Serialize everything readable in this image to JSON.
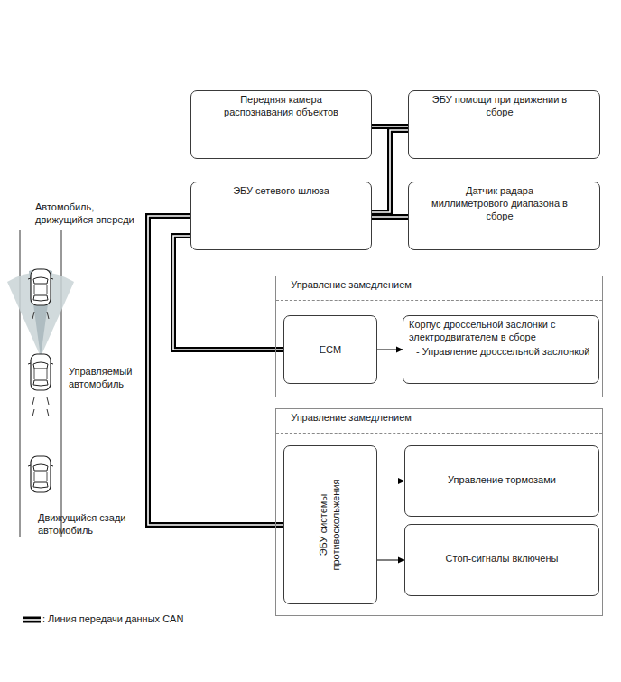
{
  "diagram": {
    "nodes": [
      {
        "text": [
          "Передняя камера распознавания объектов"
        ]
      },
      {
        "text": [
          "ЭБУ помощи при движении в сборе"
        ]
      },
      {
        "text": [
          "ЭБУ сетевого шлюза"
        ]
      },
      {
        "text": [
          "Датчик радара миллиметрового диапазона в сборе"
        ]
      },
      {
        "text": [
          "Управление замедлением"
        ]
      },
      {
        "text": [
          "ECM"
        ],
        "in": 4
      },
      {
        "text": [
          "Корпус дроссельной заслонки с электродвигателем в сборе",
          "- Управление дроссельной заслонкой"
        ],
        "in": 4
      },
      {
        "text": [
          "Управление замедлением"
        ]
      },
      {
        "text": [
          "ЭБУ системы противоскольжения"
        ],
        "in": 7
      },
      {
        "text": [
          "Управление тормозами"
        ],
        "in": 7
      },
      {
        "text": [
          "Стоп-сигналы включены"
        ],
        "in": 7
      }
    ],
    "edges": [
      {
        "from": 0,
        "to": 1,
        "arrow": "none"
      },
      {
        "from": 2,
        "to": 3,
        "arrow": "none"
      },
      {
        "from": 1,
        "to": 2,
        "arrow": "none"
      },
      {
        "from": 2,
        "to": 5,
        "arrow": "none"
      },
      {
        "from": 2,
        "to": 8,
        "arrow": "none"
      },
      {
        "from": 5,
        "to": 6,
        "arrow": "to"
      },
      {
        "from": 8,
        "to": 9,
        "arrow": "to"
      },
      {
        "from": 8,
        "to": 10,
        "arrow": "to"
      }
    ],
    "labels": [
      "Автомобиль, движущийся впереди",
      "Управляемый автомобиль",
      "Движущийся сзади автомобиль"
    ],
    "legend": [
      {
        "text": ": Линия передачи данных CAN"
      }
    ]
  }
}
